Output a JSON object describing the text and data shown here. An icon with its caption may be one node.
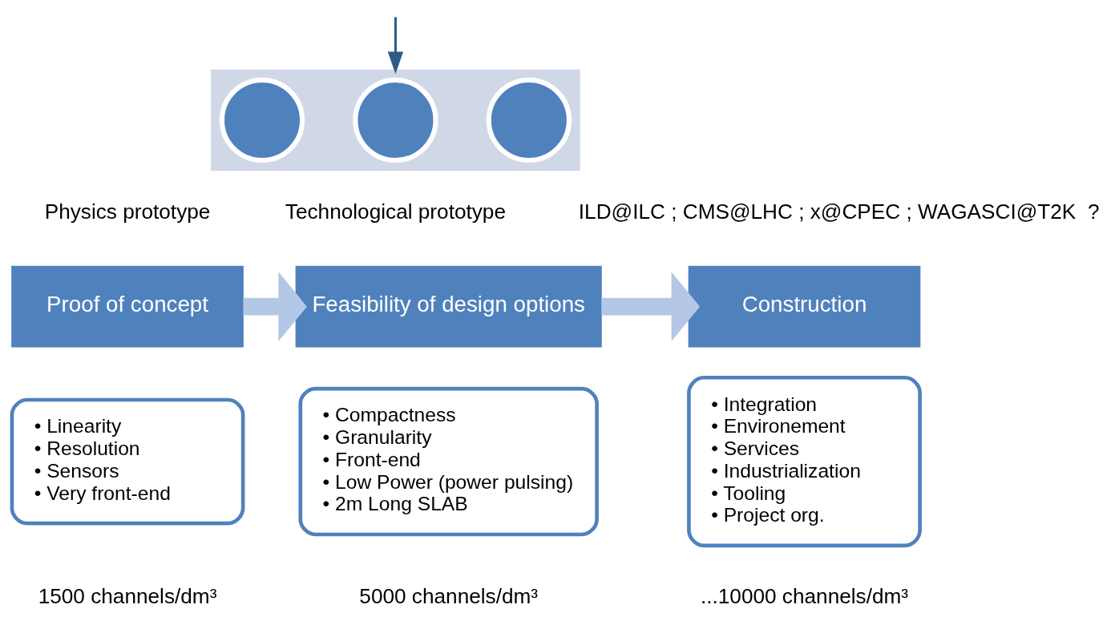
{
  "diagram": {
    "nodes": [
      {
        "text": [],
        "shape": "arrow"
      },
      {
        "text": [],
        "shape": "circle",
        "in": 0
      },
      {
        "text": [],
        "shape": "circle",
        "in": 0
      },
      {
        "text": [],
        "shape": "circle",
        "in": 0
      },
      {
        "text": [
          "Proof of concept"
        ],
        "beside": [
          "Physics prototype"
        ]
      },
      {
        "text": [
          "• Linearity",
          "• Resolution",
          "• Sensors",
          "• Very front-end"
        ],
        "beside": [
          "1500 channels/dm³"
        ]
      },
      {
        "text": [
          "Feasibility of design options"
        ],
        "beside": [
          "Technological prototype"
        ]
      },
      {
        "text": [
          "• Compactness",
          "• Granularity",
          "• Front-end",
          "• Low Power (power pulsing)",
          "• 2m Long SLAB"
        ],
        "beside": [
          "5000 channels/dm³"
        ]
      },
      {
        "text": [
          "Construction"
        ],
        "beside": [
          "ILD@ILC ; CMS@LHC ; x@CPEC ; WAGASCI@T2K  ?"
        ]
      },
      {
        "text": [
          "• Integration",
          "• Environement",
          "• Services",
          "• Industrialization",
          "• Tooling",
          "• Project org."
        ],
        "beside": [
          "...10000 channels/dm³"
        ]
      }
    ],
    "edges": [
      {
        "from": null,
        "to": 0,
        "arrow": "to",
        "color": "#2e5c8a"
      },
      {
        "from": 4,
        "to": 6,
        "arrow": "to"
      },
      {
        "from": 6,
        "to": 8,
        "arrow": "to"
      }
    ]
  }
}
